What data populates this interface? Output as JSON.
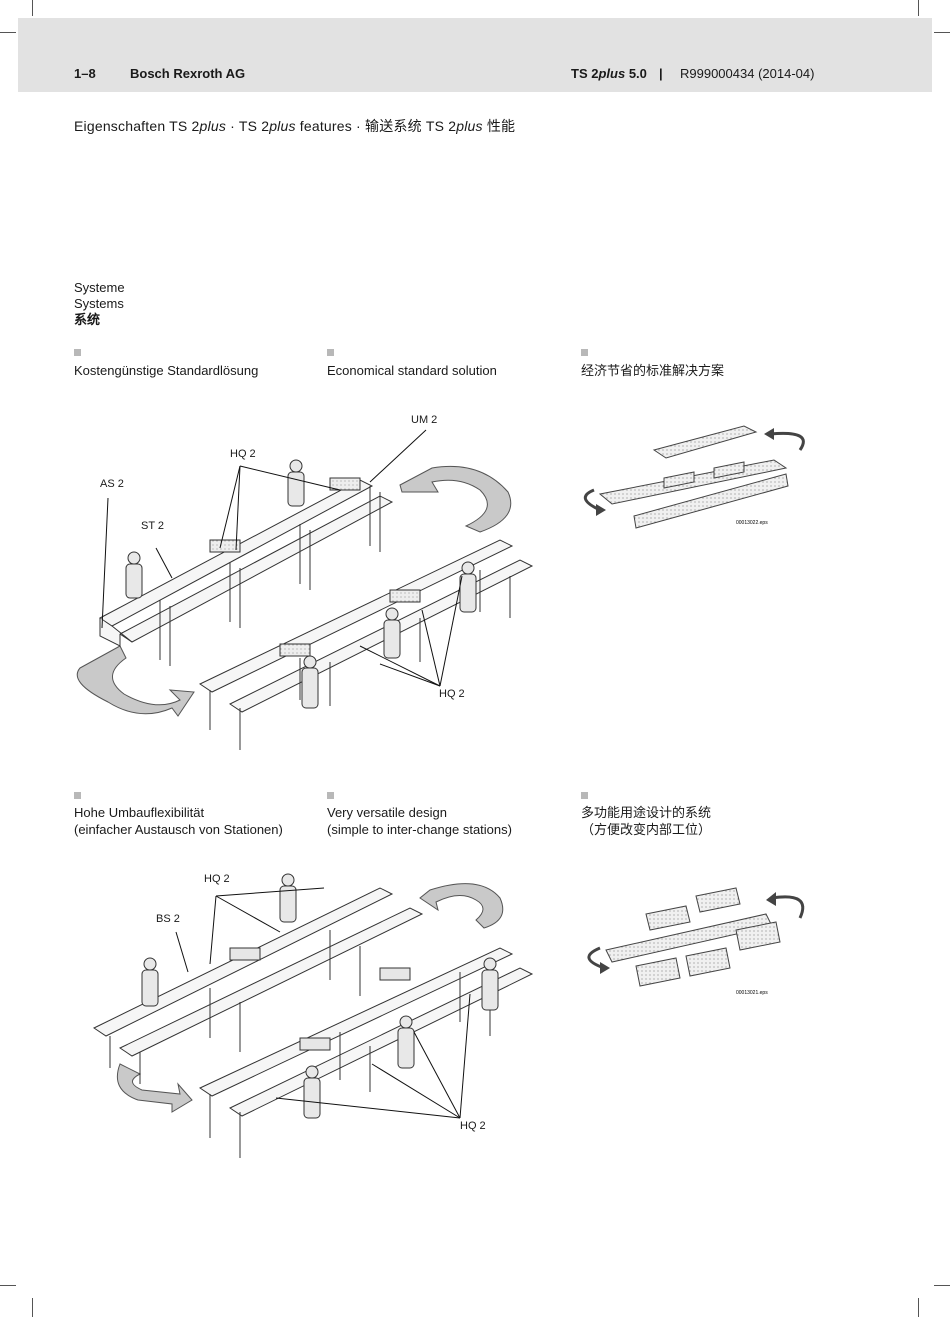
{
  "header": {
    "page_number": "1–8",
    "company": "Bosch Rexroth AG",
    "product_prefix": "TS 2",
    "product_italic": "plus",
    "product_suffix": " 5.0",
    "separator": "|",
    "doc_number": "R999000434 (2014-04)"
  },
  "subtitle": {
    "p1": "Eigenschaften TS 2",
    "i1": "plus",
    "p2": " · TS 2",
    "i2": "plus",
    "p3": " features · 输送系统 TS 2",
    "i3": "plus",
    "p4": " 性能"
  },
  "section": {
    "title_de": "Systeme",
    "title_en": "Systems",
    "title_zh": "系统"
  },
  "row1": {
    "caption_de": "Kostengünstige Standardlösung",
    "caption_en": "Economical standard solution",
    "caption_zh": "经济节省的标准解决方案",
    "labels": {
      "um2": "UM 2",
      "hq2_top": "HQ 2",
      "as2": "AS 2",
      "st2": "ST 2",
      "hq2_bottom": "HQ 2"
    },
    "small_fig_code": "00013022.eps"
  },
  "row2": {
    "caption_de_1": "Hohe Umbauflexibilität",
    "caption_de_2": "(einfacher Austausch von Stationen)",
    "caption_en_1": "Very versatile design",
    "caption_en_2": "(simple to inter-change stations)",
    "caption_zh_1": "多功能用途设计的系统",
    "caption_zh_2": "（方便改变内部工位）",
    "labels": {
      "hq2_top": "HQ 2",
      "bs2": "BS 2",
      "hq2_bottom": "HQ 2"
    },
    "small_fig_code": "00013021.eps"
  }
}
